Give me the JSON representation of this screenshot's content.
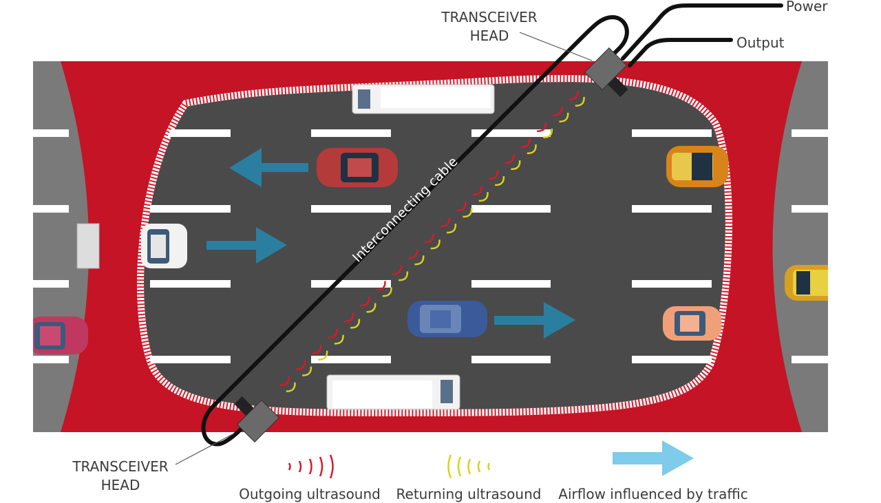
{
  "labels": {
    "top_head_line1": "TRANSCEIVER",
    "top_head_line2": "HEAD",
    "bottom_head_line1": "TRANSCEIVER",
    "bottom_head_line2": "HEAD",
    "power": "Power",
    "output": "Output",
    "cable": "Interconnecting cable"
  },
  "legend": {
    "outgoing": "Outgoing ultrasound",
    "returning": "Returning ultrasound",
    "airflow": "Airflow influenced by traffic"
  },
  "colors": {
    "tunnel_red": "#c41425",
    "asphalt": "#4a4a4a",
    "side_gray": "#7a7a7a",
    "traffic_arrow": "#2a7fa0",
    "airflow_legend": "#7ecbea",
    "outgoing_wave": "#d8192a",
    "returning_wave": "#d9d21c",
    "cable": "#111111"
  }
}
